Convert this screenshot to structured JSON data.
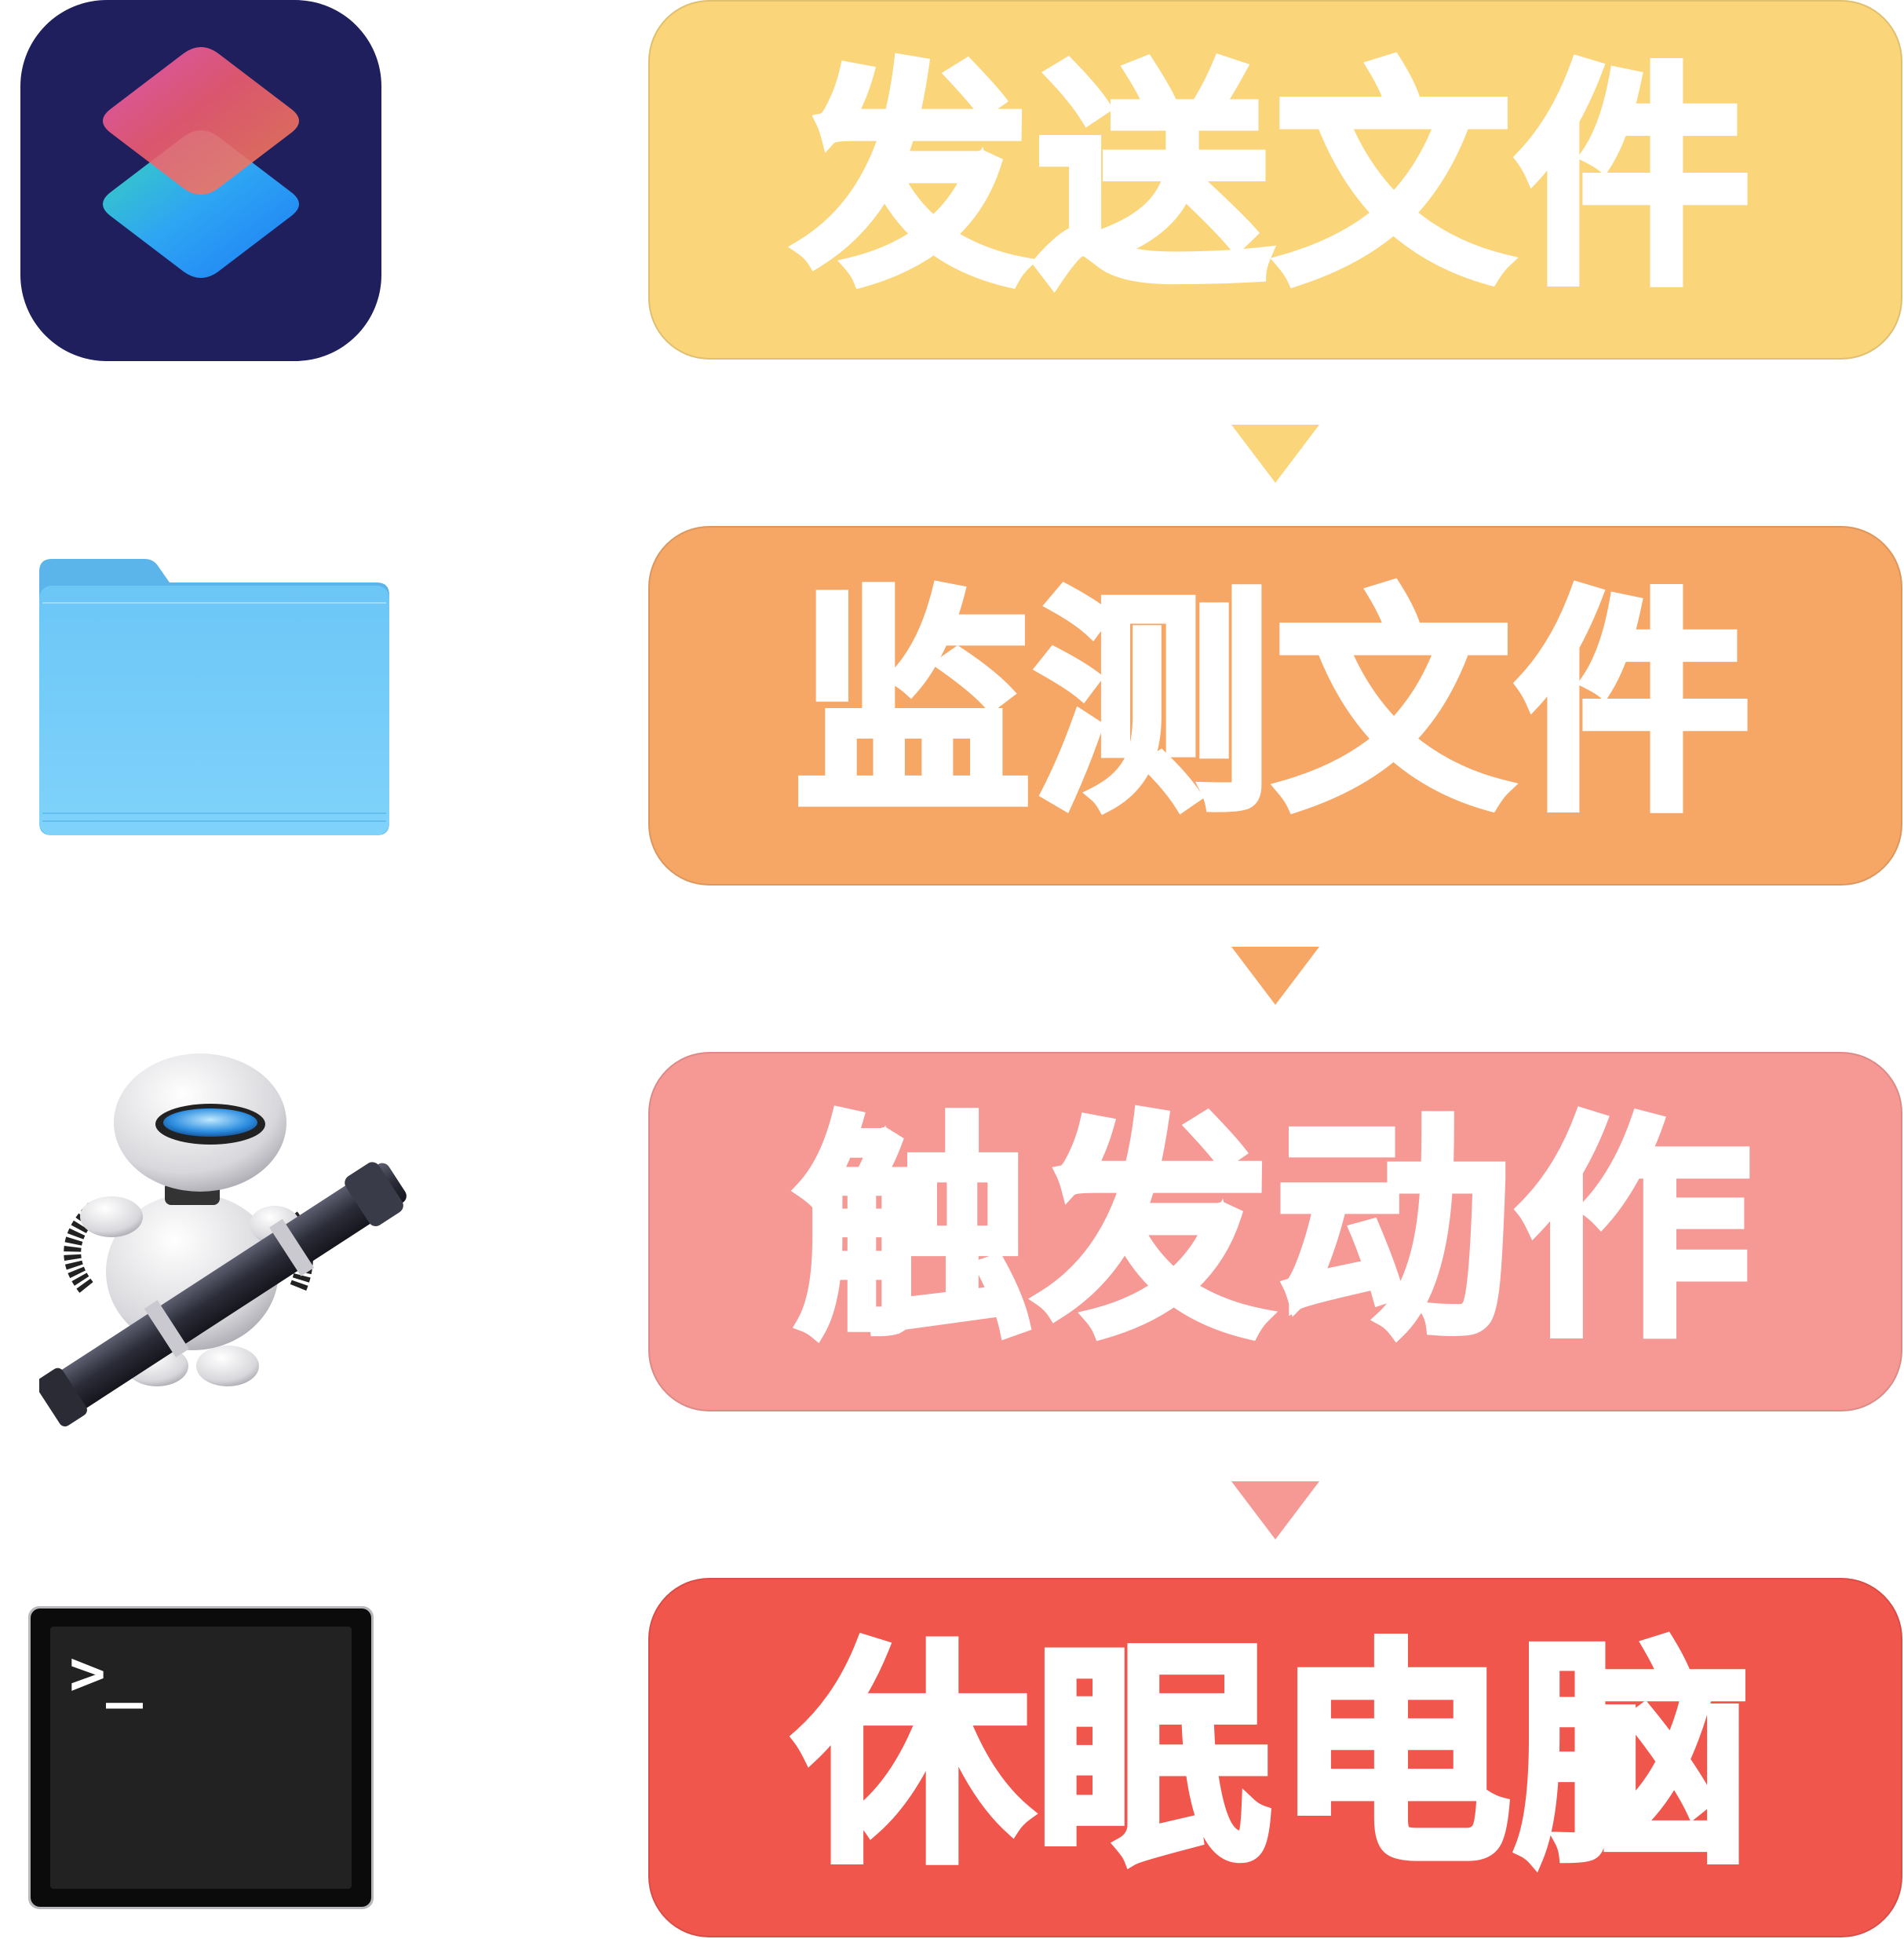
{
  "steps": [
    {
      "label": "发送文件",
      "color": "#fad57a",
      "icon": "shortcuts-app-icon"
    },
    {
      "label": "监测文件",
      "color": "#f6a766",
      "icon": "finder-folder-icon"
    },
    {
      "label": "触发动作",
      "color": "#f69995",
      "icon": "automator-robot-icon"
    },
    {
      "label": "休眠电脑",
      "color": "#f1564d",
      "icon": "terminal-app-icon"
    }
  ],
  "arrows": [
    {
      "color": "#fad57a"
    },
    {
      "color": "#f6a766"
    },
    {
      "color": "#f69995"
    }
  ],
  "terminal": {
    "prompt": ">_"
  }
}
